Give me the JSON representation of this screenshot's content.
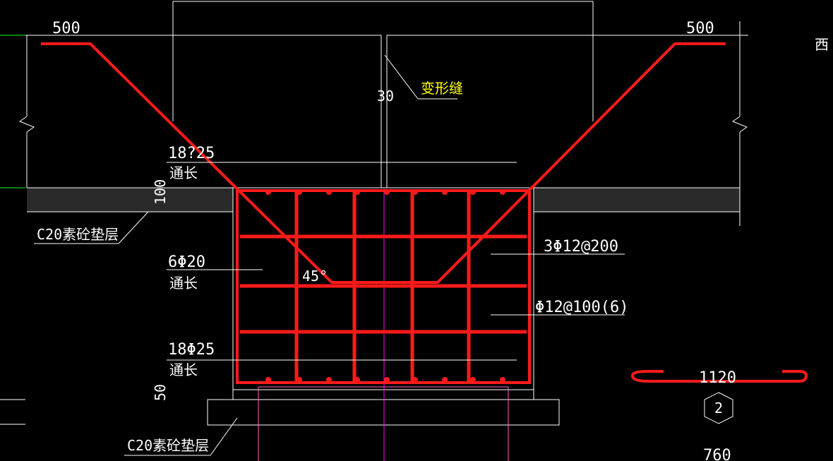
{
  "labels": {
    "dim_500_left": "500",
    "dim_500_right": "500",
    "dim_30": "30",
    "deformation_joint": "变形缝",
    "top_bars_count": "18?25",
    "top_bars_through": "通长",
    "dim_100": "100",
    "cushion_upper": "C20素砼垫层",
    "side_bars": "6Φ20",
    "side_bars_through": "通长",
    "angle_45": "45°",
    "tie_bars": "3Φ12@200",
    "stirrups": "Φ12@100(6)",
    "bottom_bars_count": "18Φ25",
    "bottom_bars_through": "通长",
    "dim_50": "50",
    "cushion_lower": "C20素砼垫层",
    "bar_length": "1120",
    "bar_mark": "2",
    "dim_760": "760",
    "compass_west": "西"
  }
}
